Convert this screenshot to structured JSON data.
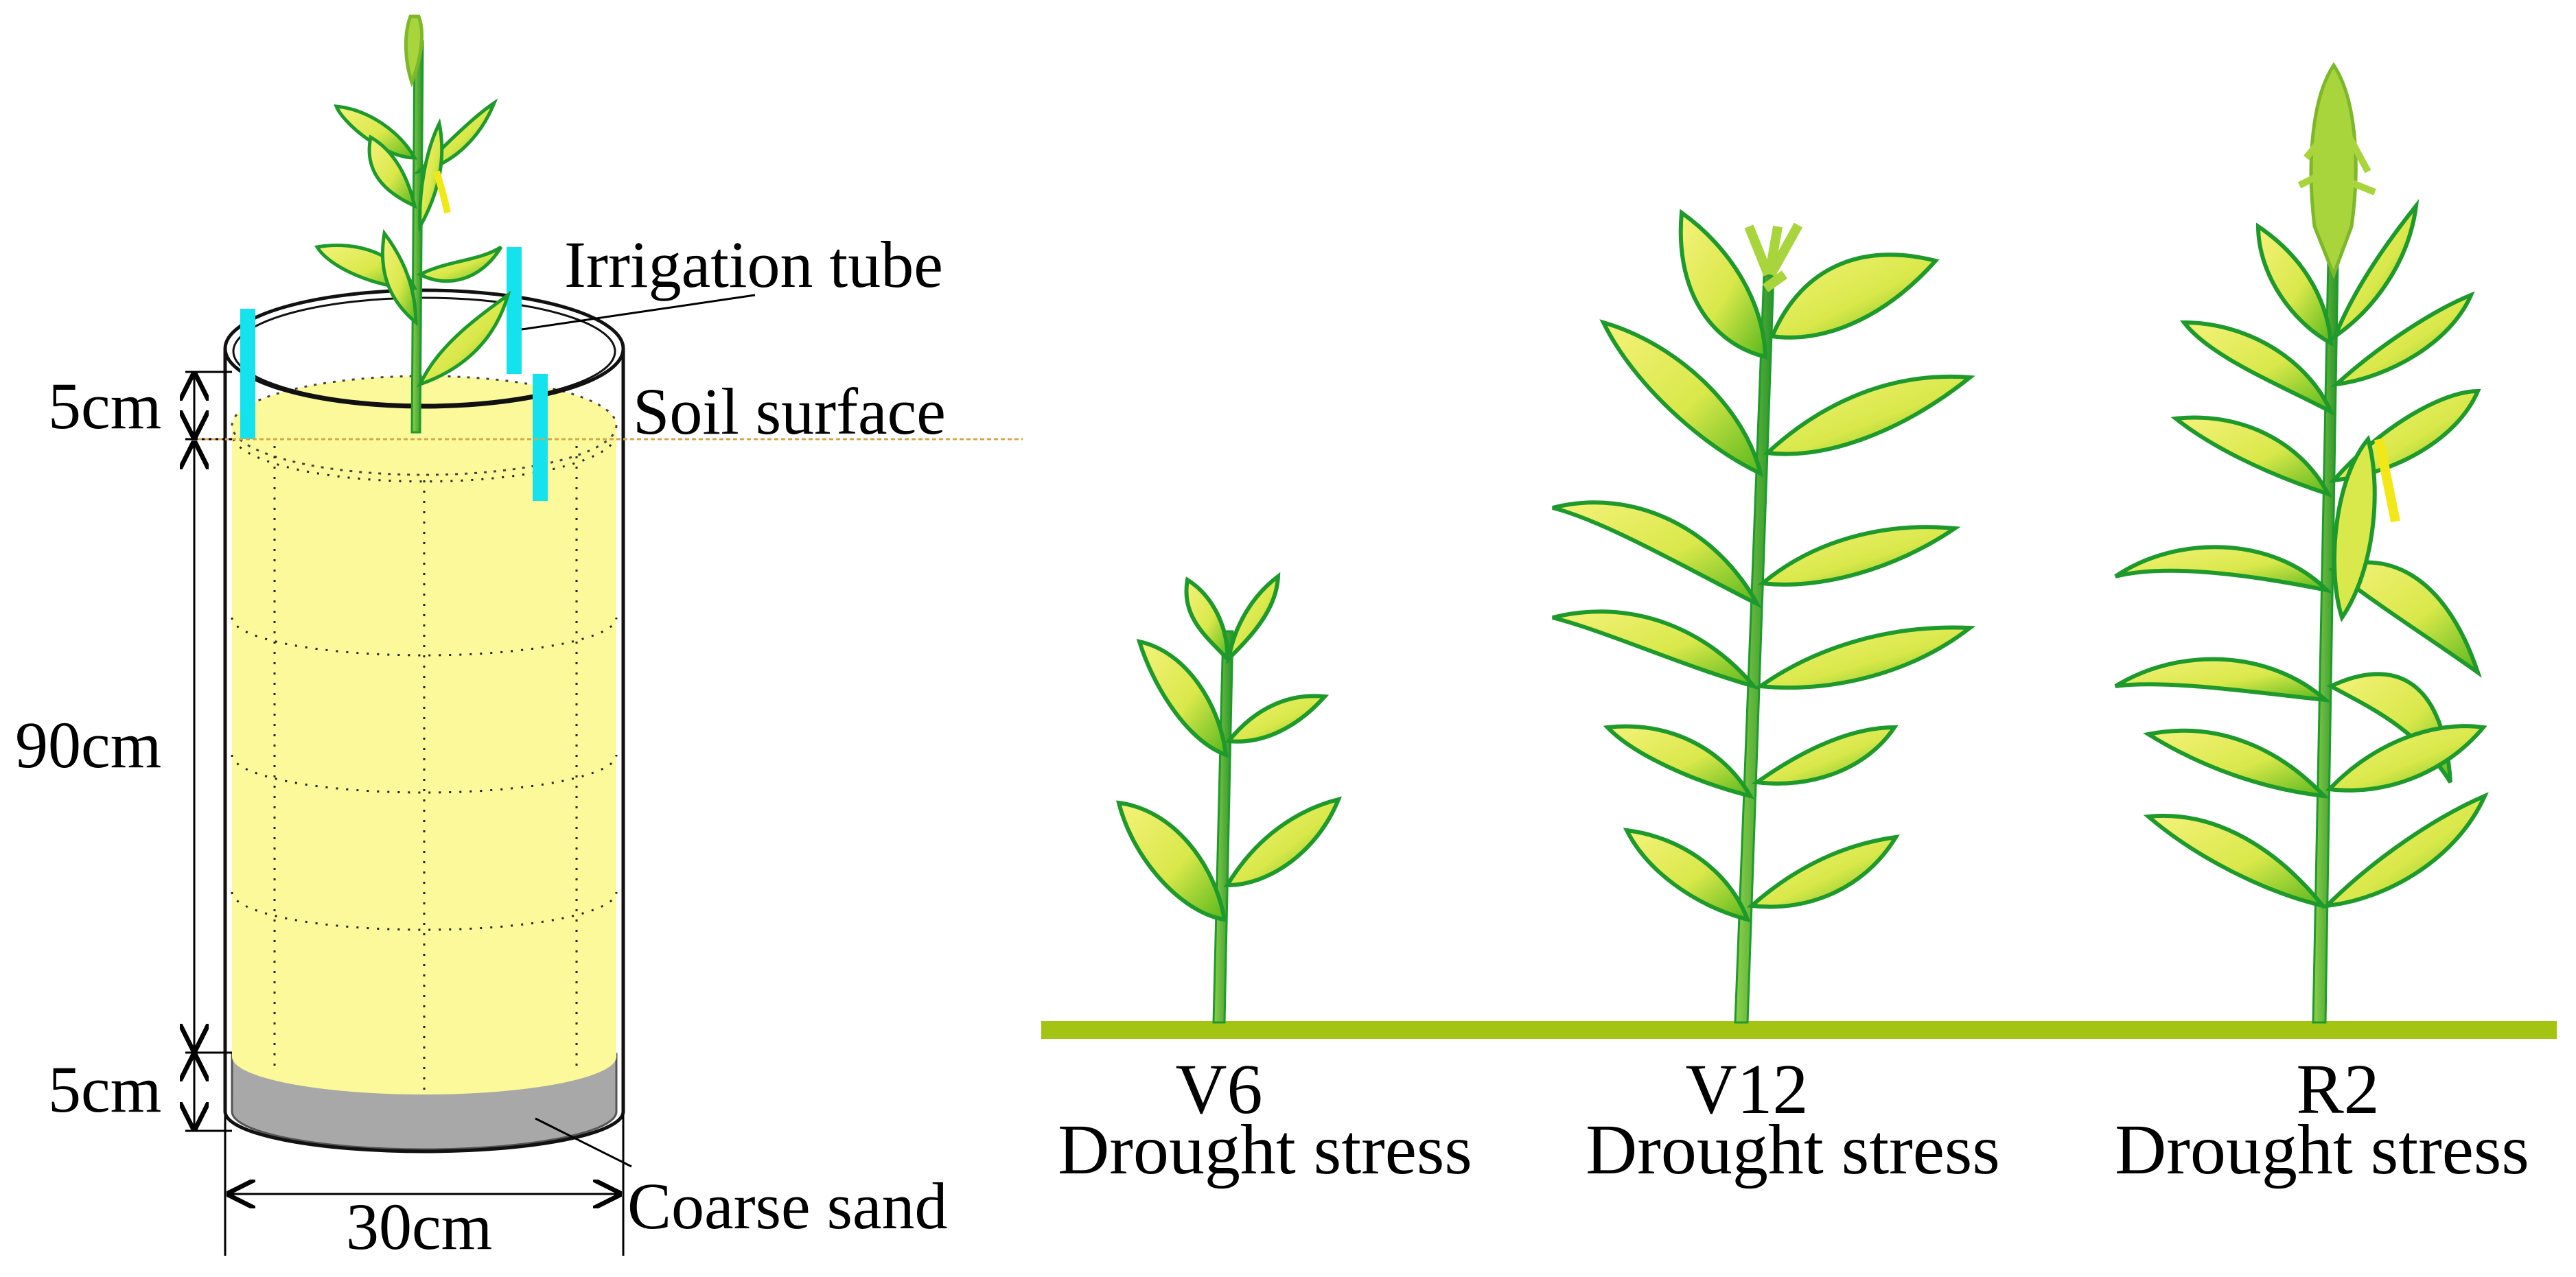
{
  "setup": {
    "labels": {
      "irrigation_tube": "Irrigation tube",
      "soil_surface": "Soil surface",
      "coarse_sand": "Coarse sand"
    },
    "dimensions": {
      "top_gap": "5cm",
      "soil_depth": "90cm",
      "bottom_sand": "5cm",
      "diameter": "30cm"
    },
    "colors": {
      "soil": "#fbf99a",
      "sand": "#a8a8a8",
      "tube": "#14e3ee",
      "soil_line": "#d4a84a"
    }
  },
  "stages": [
    {
      "stage": "V6",
      "treatment": "Drought stress"
    },
    {
      "stage": "V12",
      "treatment": "Drought stress"
    },
    {
      "stage": "R2",
      "treatment": "Drought stress"
    }
  ],
  "colors": {
    "ground": "#a4c414",
    "leaf_light": "#f3f06a",
    "leaf_dark": "#6cbf1e",
    "leaf_edge": "#1e9a2c",
    "stem": "#2e9c2e",
    "tassel": "#a8d43c",
    "silk": "#f2e818"
  }
}
